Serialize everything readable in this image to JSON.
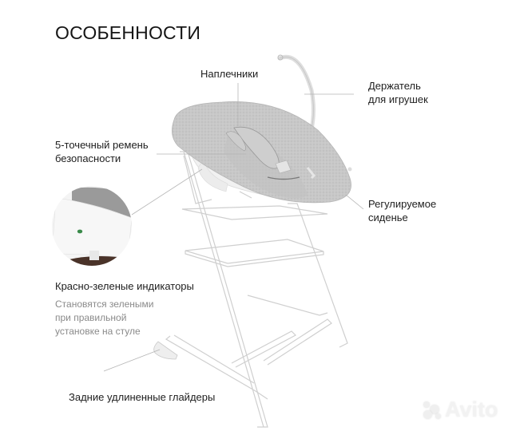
{
  "title": "ОСОБЕННОСТИ",
  "callouts": {
    "shoulder_pads": {
      "label": "Наплечники"
    },
    "toy_holder": {
      "line1": "Держатель",
      "line2": "для игрушек"
    },
    "harness": {
      "line1": "5-точечный ремень",
      "line2": "безопасности"
    },
    "adjustable_seat": {
      "line1": "Регулируемое",
      "line2": "сиденье"
    },
    "indicators": {
      "label": "Красно-зеленые индикаторы",
      "desc_line1": "Становятся зелеными",
      "desc_line2": "при правильной",
      "desc_line3": "установке на стуле"
    },
    "gliders": {
      "label": "Задние удлиненные глайдеры"
    }
  },
  "watermark": {
    "text": "Avito"
  },
  "colors": {
    "text": "#1e1e1e",
    "subtext": "#8a8a8a",
    "seat_fabric": "#c9c9c9",
    "chair_outline": "#cfcfcf",
    "indicator_green": "#3a8a4a",
    "floor_wood": "#4a3329"
  }
}
